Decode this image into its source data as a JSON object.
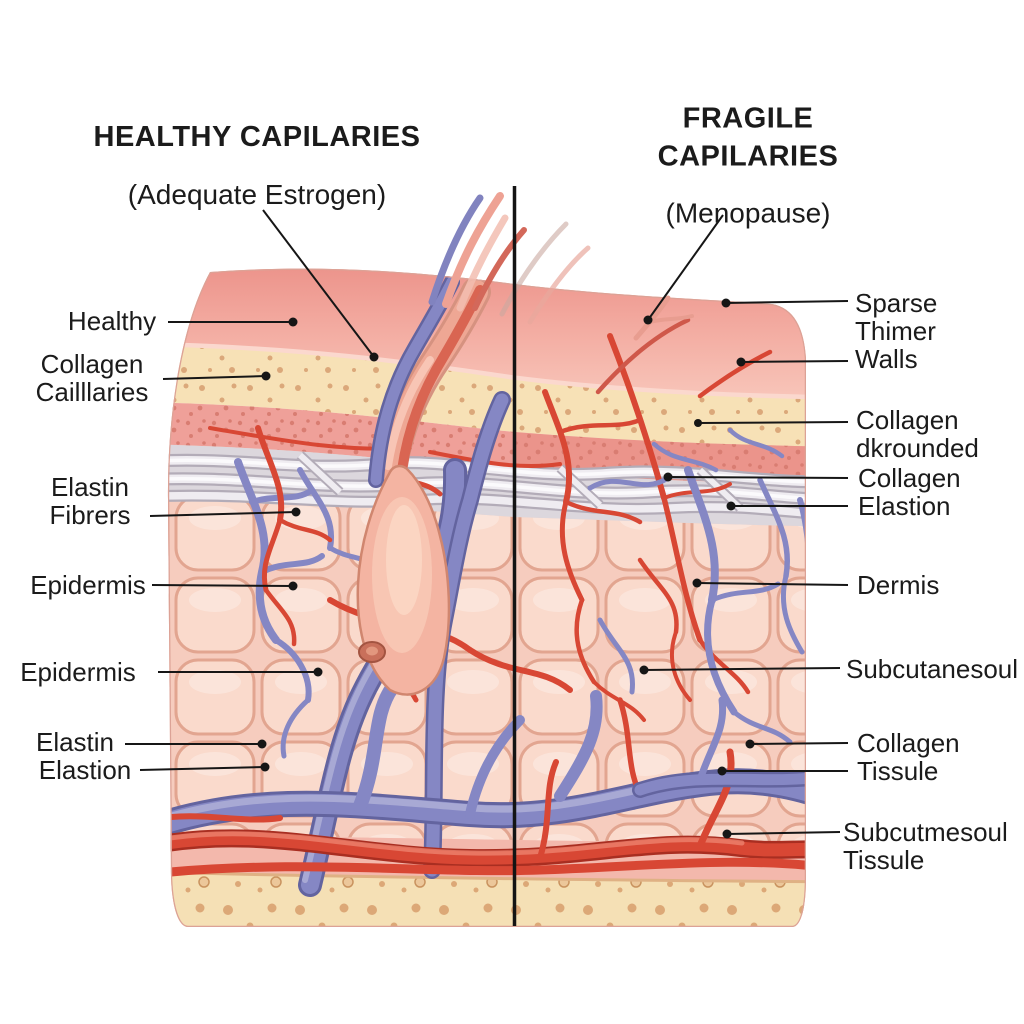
{
  "titles": {
    "left": {
      "line1": "HEALTHY CAPILARIES",
      "line2": "(Adequate Estrogen)"
    },
    "right": {
      "line1": "FRAGILE CAPILARIES",
      "line2": "(Menopause)"
    }
  },
  "labels": {
    "left": [
      {
        "id": "healthy",
        "text": "Healthy"
      },
      {
        "id": "collagen-cailllaries",
        "text": "Collagen\nCailllaries"
      },
      {
        "id": "elastin-fibrers",
        "text": "Elastin\nFibrers"
      },
      {
        "id": "epidermis-1",
        "text": "Epidermis"
      },
      {
        "id": "epidermis-2",
        "text": "Epidermis"
      },
      {
        "id": "elastin",
        "text": "Elastin"
      },
      {
        "id": "elastion",
        "text": "Elastion"
      }
    ],
    "right": [
      {
        "id": "sparse-thimer-walls",
        "text": "Sparse\nThimer\nWalls"
      },
      {
        "id": "collagen-dkrounded",
        "text": "Collagen\ndkrounded"
      },
      {
        "id": "collagen-elastion",
        "text": "Collagen\nElastion"
      },
      {
        "id": "dermis",
        "text": "Dermis"
      },
      {
        "id": "subcutanesoul",
        "text": "Subcutanesoul"
      },
      {
        "id": "collagen-tissule",
        "text": "Collagen\nTissule"
      },
      {
        "id": "subcutmesoul-tissule",
        "text": "Subcutmesoul\nTissule"
      }
    ]
  },
  "palette": {
    "text_black": "#1b1b1b",
    "vessel_red": "#d84734",
    "vessel_purple": "#8587c4",
    "epidermis_pink": "#f2a79d",
    "cream_layer": "#f7e1b6",
    "collagen_gray": "#dcd7dd",
    "dermis_pink": "#f6ccbe",
    "subcutis_cream": "#f5e0b5"
  }
}
